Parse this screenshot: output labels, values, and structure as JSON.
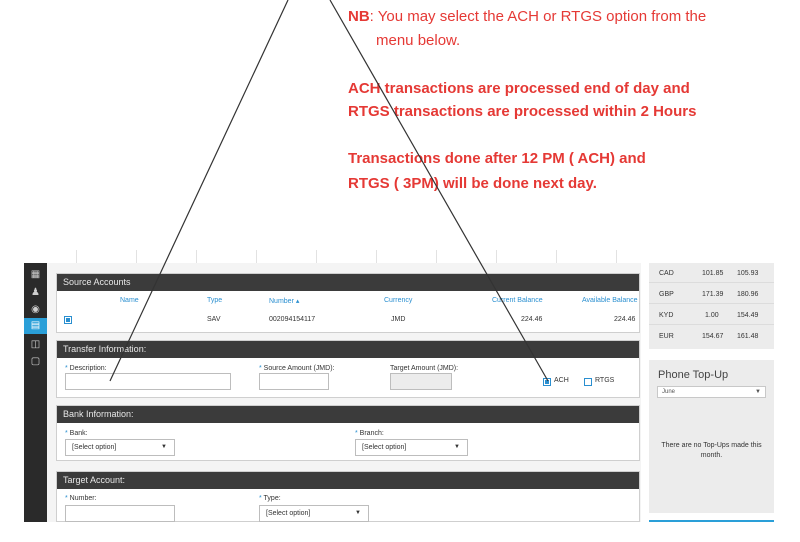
{
  "note": {
    "nb_label": "NB",
    "nb_text": ": You may select the ACH or RTGS option from the",
    "nb_text2": "menu below.",
    "ach_line": "ACH transactions are processed end of day and",
    "rtgs_line": "RTGS transactions are processed within 2 Hours",
    "time_line1": "Transactions done after 12 PM ( ACH) and",
    "time_line2": "RTGS ( 3PM) will be done next day.",
    "color": "#e53935"
  },
  "nav": {
    "icons": [
      "calculator-icon",
      "users-icon",
      "money-icon",
      "transfer-icon",
      "bank-icon",
      "chat-icon"
    ],
    "active_color": "#2a9fd8"
  },
  "source_accounts": {
    "title": "Source Accounts",
    "columns": [
      "Name",
      "Type",
      "Number ▴",
      "Currency",
      "Current Balance",
      "Available Balance"
    ],
    "rows": [
      {
        "type": "SAV",
        "number": "002094154117",
        "currency": "JMD",
        "current_balance": "224.46",
        "available_balance": "224.46"
      }
    ]
  },
  "transfer_info": {
    "title": "Transfer Information:",
    "description_label": "Description:",
    "source_amount_label": "Source Amount (JMD):",
    "target_amount_label": "Target Amount (JMD):",
    "ach_label": "ACH",
    "rtgs_label": "RTGS",
    "selected_option": "ACH"
  },
  "bank_info": {
    "title": "Bank Information:",
    "bank_label": "Bank:",
    "bank_value": "[Select option]",
    "branch_label": "Branch:",
    "branch_value": "[Select option]"
  },
  "target_account": {
    "title": "Target Account:",
    "number_label": "Number:",
    "type_label": "Type:",
    "type_value": "[Select option]"
  },
  "rates": [
    {
      "currency": "CAD",
      "buy": "101.85",
      "sell": "105.93"
    },
    {
      "currency": "GBP",
      "buy": "171.39",
      "sell": "180.96"
    },
    {
      "currency": "KYD",
      "buy": "1.00",
      "sell": "154.49"
    },
    {
      "currency": "EUR",
      "buy": "154.67",
      "sell": "161.48"
    }
  ],
  "topup": {
    "title": "Phone Top-Up",
    "select_value": "June",
    "message": "There are no Top-Ups made this month."
  }
}
